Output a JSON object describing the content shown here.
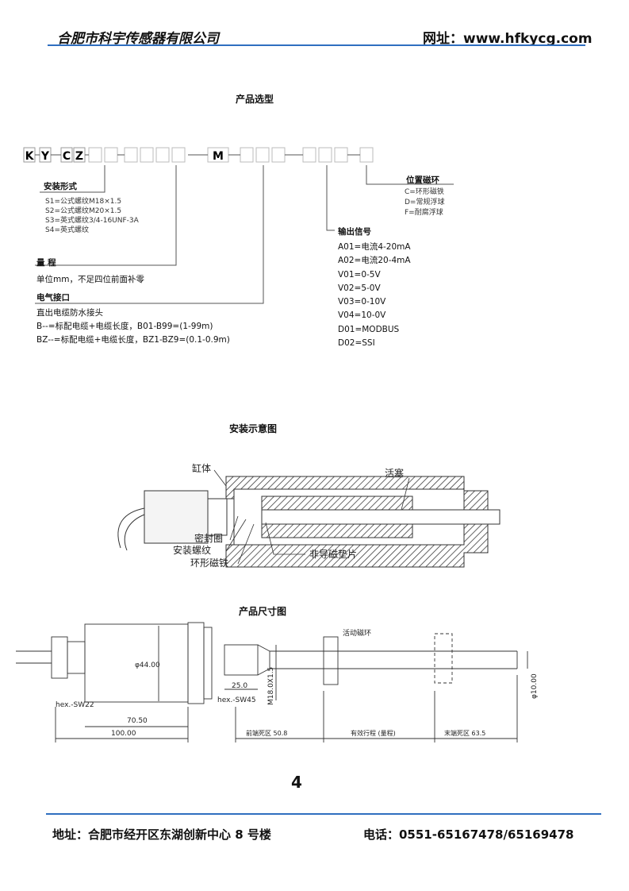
{
  "header": {
    "company": "合肥市科宇传感器有限公司",
    "website": "网址：www.hfkycg.com"
  },
  "selection": {
    "title": "产品选型",
    "code_letters": [
      "K",
      "Y",
      "C",
      "Z",
      "M"
    ],
    "mount": {
      "label": "安装形式",
      "items": [
        "S1=公式螺纹M18×1.5",
        "S2=公式螺纹M20×1.5",
        "S3=英式螺纹3/4-16UNF-3A",
        "S4=英式螺纹"
      ]
    },
    "range": {
      "label": "量 程",
      "desc": "单位mm，不足四位前面补零"
    },
    "electrical": {
      "label": "电气接口",
      "items": [
        "直出电缆防水接头",
        "B--=标配电缆+电缆长度，B01-B99=(1-99m)",
        "BZ--=标配电缆+电缆长度，BZ1-BZ9=(0.1-0.9m)"
      ]
    },
    "magnet": {
      "label": "位置磁环",
      "items": [
        "C=环形磁铁",
        "D=常规浮球",
        "F=耐腐浮球"
      ]
    },
    "output": {
      "label": "输出信号",
      "items": [
        "A01=电流4-20mA",
        "A02=电流20-4mA",
        "V01=0-5V",
        "V02=5-0V",
        "V03=0-10V",
        "V04=10-0V",
        "D01=MODBUS",
        "D02=SSI"
      ]
    }
  },
  "install": {
    "title": "安装示意图",
    "labels": {
      "cylinder": "缸体",
      "piston": "活塞",
      "seal": "密封圈",
      "thread": "安装螺纹",
      "ring": "环形磁铁",
      "spacer": "非导磁垫片"
    }
  },
  "dimensions": {
    "title": "产品尺寸图",
    "labels": {
      "dia44": "φ44.00",
      "ring": "活动磁环",
      "hex22": "hex.-SW22",
      "hex45": "hex.-SW45",
      "d25": "25.0",
      "m18": "M18.0X1.5",
      "d70": "70.50",
      "d100": "100.00",
      "front": "前端死区 50.8",
      "stroke": "有效行程 (量程)",
      "end": "末端死区 63.5",
      "dia10": "φ10.00"
    }
  },
  "page_number": "4",
  "footer": {
    "address": "地址：合肥市经开区东湖创新中心 8 号楼",
    "phone": "电话：0551-65167478/65169478"
  }
}
